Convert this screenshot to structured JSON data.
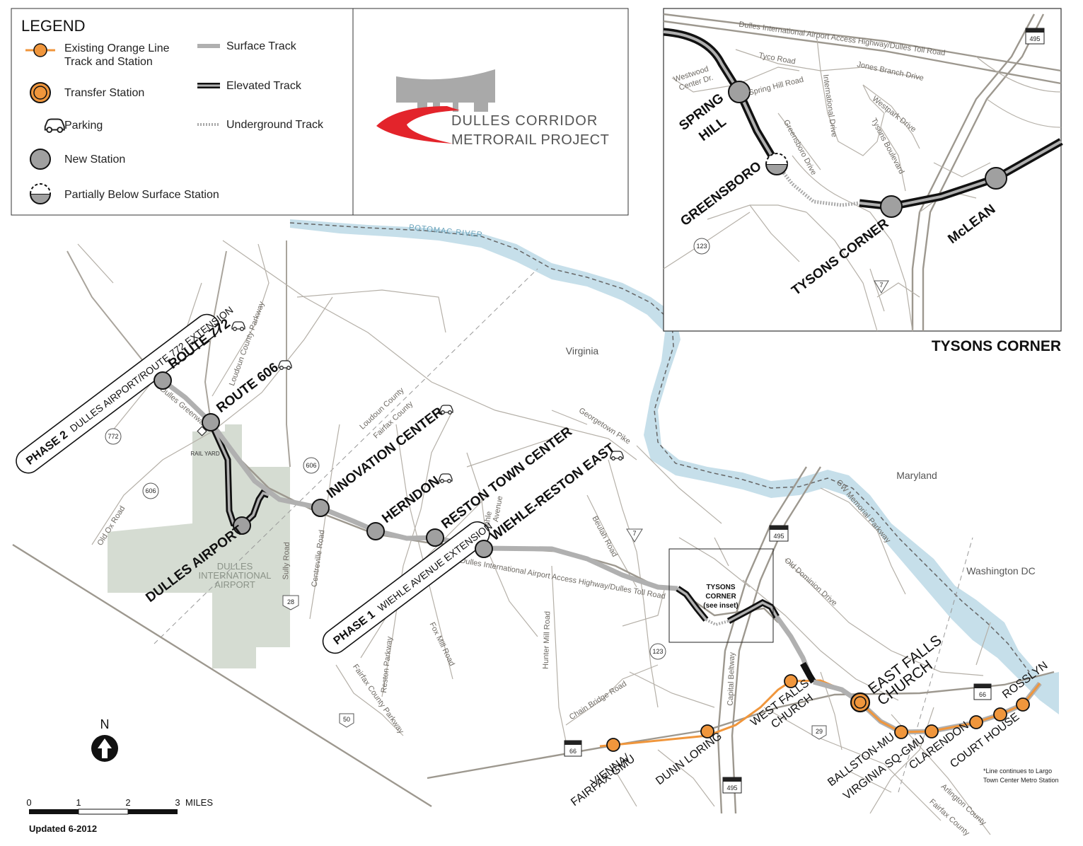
{
  "legend": {
    "title": "LEGEND",
    "existing_line_1": "Existing Orange Line",
    "existing_line_2": "Track and Station",
    "transfer": "Transfer Station",
    "parking": "Parking",
    "new_station": "New Station",
    "partial": "Partially Below Surface Station",
    "surface": "Surface Track",
    "elevated": "Elevated Track",
    "underground": "Underground Track"
  },
  "logo": {
    "line1": "DULLES CORRIDOR",
    "line2": "METRORAIL PROJECT"
  },
  "inset": {
    "title": "TYSONS CORNER",
    "roads": {
      "toll": "Dulles International Airport Access Highway/Dulles Toll Road",
      "westwood1": "Westwood",
      "westwood2": "Center Dr.",
      "tyco": "Tyco Road",
      "spring": "Spring Hill Road",
      "intl": "International Drive",
      "jones": "Jones Branch Drive",
      "westpark": "Westpark Drive",
      "tysonsblvd": "Tysons Boulevard",
      "greensboro": "Greensboro Drive"
    },
    "stations": {
      "spring1": "SPRING",
      "spring2": "HILL",
      "greensboro": "GREENSBORO",
      "tysons": "TYSONS CORNER",
      "mclean": "McLEAN"
    },
    "shields": {
      "i495": "495",
      "r123": "123",
      "r7": "7"
    }
  },
  "map": {
    "regions": {
      "virginia": "Virginia",
      "maryland": "Maryland",
      "dc": "Washington DC",
      "potomac": "POTOMAC RIVER",
      "loudoun": "Loudoun County",
      "fairfax": "Fairfax County",
      "arlington": "Arlington County",
      "fairfax2": "Fairfax County"
    },
    "roads": {
      "loudoun_pkwy": "Loudoun County Parkway",
      "greenway": "Dulles Greenway",
      "old_ox": "Old Ox Road",
      "centreville": "Centreville Road",
      "sully": "Sully Road",
      "georgetown": "Georgetown Pike",
      "wiehle1": "Wiehle",
      "wiehle2": "Avenue",
      "beulah": "Beulah Road",
      "toll": "Dulles International Airport Access Highway/Dulles Toll Road",
      "fox_mill": "Fox Mill Road",
      "hunter_mill": "Hunter Mill Road",
      "reston_pkwy": "Reston Parkway",
      "ffx_pkwy": "Fairfax County Parkway",
      "chain_bridge": "Chain Bridge Road",
      "capital_beltway": "Capital Beltway",
      "old_dominion": "Old Dominion Drive",
      "gw_pkwy": "GW Memorial Parkway"
    },
    "shields": {
      "r772": "772",
      "r606a": "606",
      "r606b": "606",
      "r28": "28",
      "r7": "7",
      "r123": "123",
      "r50": "50",
      "r29": "29",
      "i66a": "66",
      "i66b": "66",
      "i495a": "495",
      "i495b": "495"
    },
    "rail_yard": "RAIL YARD",
    "airport1": "DULLES",
    "airport2": "INTERNATIONAL",
    "airport3": "AIRPORT",
    "tysons_box1": "TYSONS",
    "tysons_box2": "CORNER",
    "tysons_box3": "(see inset)",
    "phase2_bold": "PHASE 2",
    "phase2_text": "DULLES AIRPORT/ROUTE 772 EXTENSION",
    "phase1_bold": "PHASE 1",
    "phase1_text": "WIEHLE AVENUE EXTENSION",
    "stations": {
      "route772": "ROUTE 772",
      "route606": "ROUTE 606",
      "dulles_airport": "DULLES AIRPORT",
      "innovation": "INNOVATION CENTER",
      "herndon": "HERNDON",
      "reston_tc": "RESTON TOWN CENTER",
      "wiehle": "WIEHLE-RESTON EAST",
      "vienna1": "VIENNA/",
      "vienna2": "FAIRFAX-GMU",
      "dunn_loring": "DUNN LORING",
      "wfc1": "WEST FALLS",
      "wfc2": "CHURCH",
      "efc1": "EAST FALLS",
      "efc2": "CHURCH",
      "ballston": "BALLSTON-MU",
      "virginia_sq": "VIRGINIA SQ-GMU",
      "clarendon": "CLARENDON",
      "court_house": "COURT HOUSE",
      "rosslyn": "ROSSLYN"
    },
    "footnote1": "*Line continues to Largo",
    "footnote2": "Town Center Metro Station",
    "north": "N",
    "scale": {
      "t0": "0",
      "t1": "1",
      "t2": "2",
      "t3": "3",
      "units": "MILES"
    },
    "updated": "Updated 6-2012"
  },
  "colors": {
    "orange": "#f0963c",
    "station_gray": "#a0a0a0",
    "water": "#c6dfea",
    "airport": "#d5dcd2",
    "logo_red": "#e3242b",
    "logo_gray": "#a9a9a9"
  }
}
